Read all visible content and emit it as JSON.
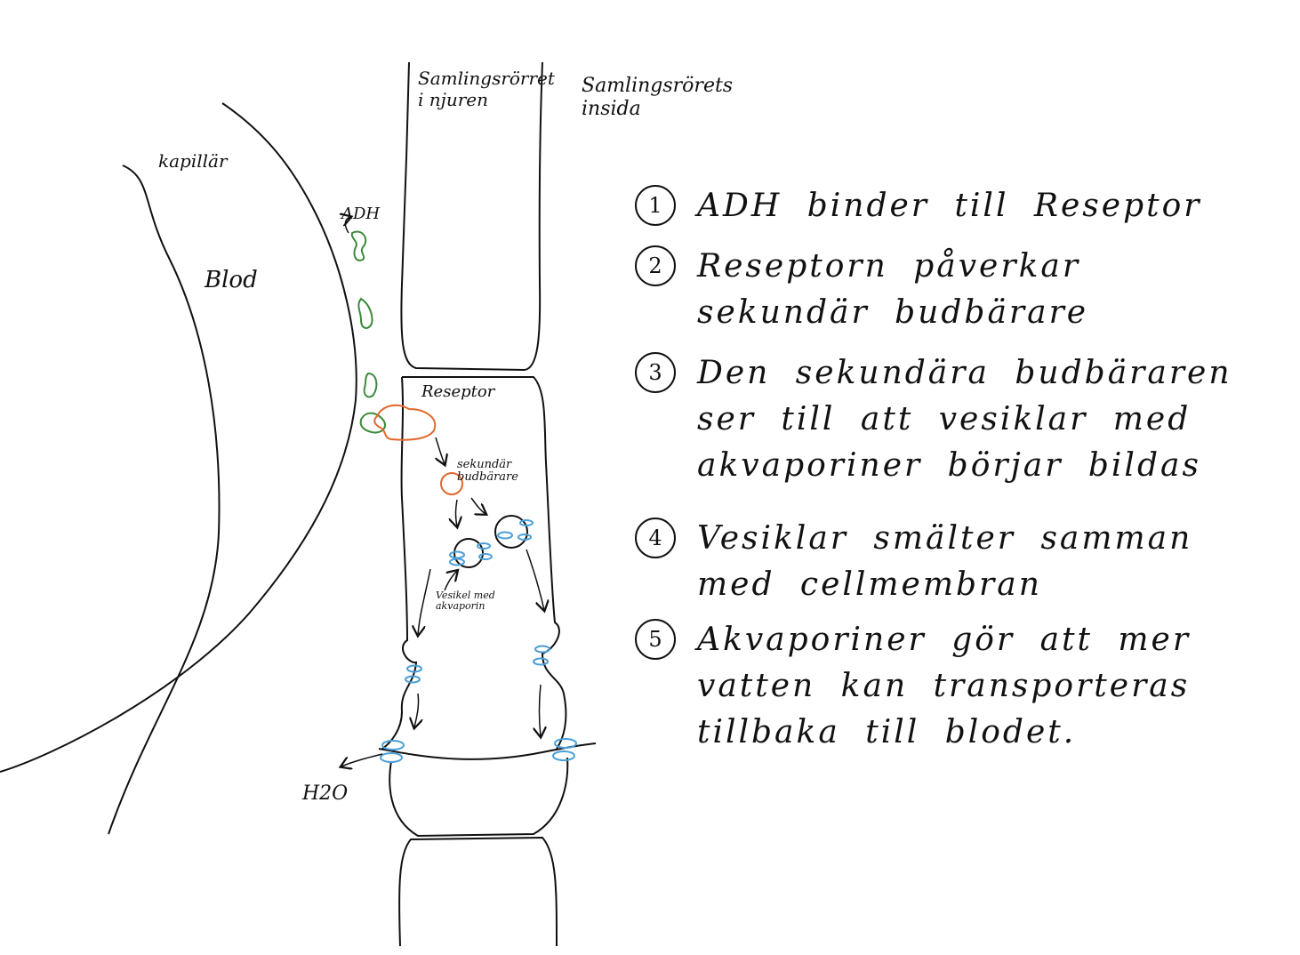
{
  "labels": {
    "collecting_duct": "Samlingsrörret i njuren",
    "duct_inside": "Samlingsrörets insida",
    "capillary": "kapillär",
    "blood": "Blod",
    "adh": "ADH",
    "receptor": "Reseptor",
    "second_messenger": "sekundär budbärare",
    "vesicle": "Vesikel med akvaporin",
    "water": "H2O"
  },
  "steps": [
    {
      "num": "1",
      "text": "ADH binder till Reseptor"
    },
    {
      "num": "2",
      "text": "Reseptorn påverkar sekundär budbärare"
    },
    {
      "num": "3",
      "text": "Den sekundära budbäraren ser till att vesiklar med akvaporiner börjar bildas"
    },
    {
      "num": "4",
      "text": "Vesiklar smälter samman med cellmembran"
    },
    {
      "num": "5",
      "text": "Akvaporiner gör att mer vatten kan transporteras tillbaka till blodet."
    }
  ],
  "colors": {
    "ink": "#111111",
    "adh": "#3a8a3a",
    "receptor": "#e2672a",
    "aquaporin": "#4a9fd8"
  }
}
